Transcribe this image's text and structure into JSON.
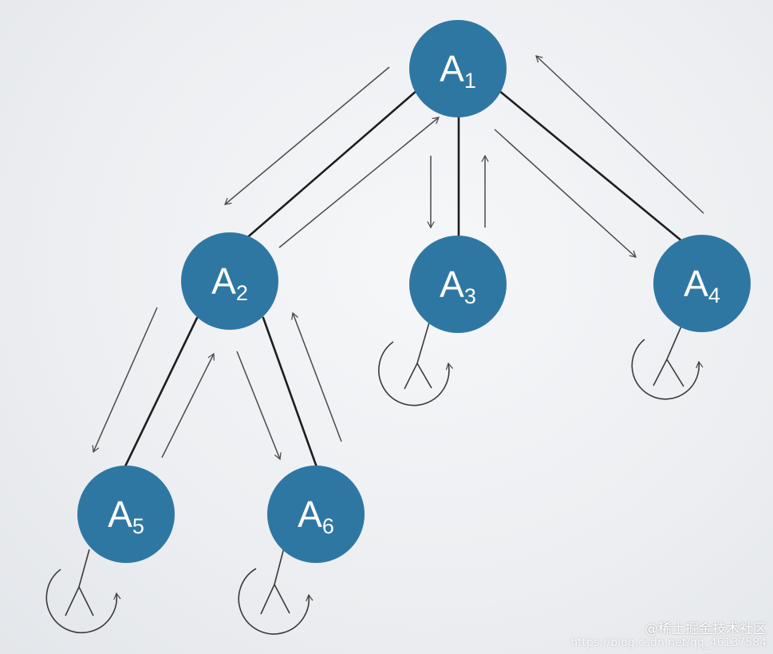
{
  "diagram": {
    "nodes": [
      {
        "id": "A1",
        "letter": "A",
        "sub": "1"
      },
      {
        "id": "A2",
        "letter": "A",
        "sub": "2"
      },
      {
        "id": "A3",
        "letter": "A",
        "sub": "3"
      },
      {
        "id": "A4",
        "letter": "A",
        "sub": "4"
      },
      {
        "id": "A5",
        "letter": "A",
        "sub": "5"
      },
      {
        "id": "A6",
        "letter": "A",
        "sub": "6"
      }
    ],
    "edges": [
      [
        "A1",
        "A2"
      ],
      [
        "A1",
        "A3"
      ],
      [
        "A1",
        "A4"
      ],
      [
        "A2",
        "A5"
      ],
      [
        "A2",
        "A6"
      ]
    ],
    "self_loops": [
      "A3",
      "A4",
      "A5",
      "A6"
    ],
    "colors": {
      "node_fill": "#2f77a3",
      "node_text": "#ffffff",
      "edge": "#1e1e1e",
      "arrow": "#4a4a4a"
    }
  },
  "watermark": {
    "brand": "@稀土掘金技术社区",
    "url": "https://blog.csdn.net/qq_46137584"
  }
}
